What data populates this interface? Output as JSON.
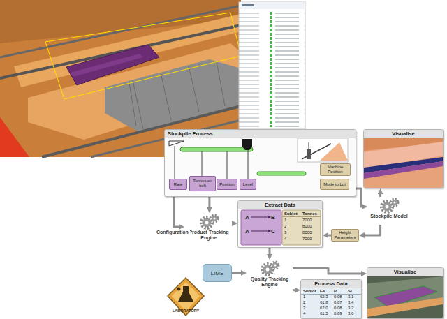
{
  "diagram": {
    "nodes": [
      {
        "text": [
          "Stockpile Process"
        ]
      },
      {
        "text": [
          "Rate"
        ],
        "in": 0
      },
      {
        "text": [
          "Tonnes on belt"
        ],
        "in": 0
      },
      {
        "text": [
          "Position"
        ],
        "in": 0
      },
      {
        "text": [
          "Level"
        ],
        "in": 0
      },
      {
        "text": [
          "Machine Position"
        ],
        "in": 0
      },
      {
        "text": [
          "Mode to Lot"
        ],
        "in": 0
      },
      {
        "text": [
          "Visualise"
        ]
      },
      {
        "text": [
          "Stockpile Model"
        ]
      },
      {
        "text": [
          "Product Tracking Engine"
        ]
      },
      {
        "text": [
          "Extract Data"
        ]
      },
      {
        "text": [
          "Height Parameters"
        ]
      },
      {
        "text": [
          "LIMS"
        ]
      },
      {
        "text": [
          "Quality Tracking Engine"
        ]
      },
      {
        "text": [
          "Process Data"
        ]
      },
      {
        "text": [
          "Visualise"
        ]
      }
    ],
    "edges": [
      {
        "from": 0,
        "to": 9,
        "arrow": "to",
        "label": "Configuration"
      },
      {
        "from": 0,
        "to": 9,
        "arrow": "to"
      },
      {
        "from": 9,
        "to": 10,
        "arrow": "to"
      },
      {
        "from": 0,
        "to": 8,
        "arrow": "to"
      },
      {
        "from": 8,
        "to": 7,
        "arrow": "to"
      },
      {
        "from": 8,
        "to": 11,
        "arrow": "to"
      },
      {
        "from": 11,
        "to": 10,
        "arrow": "to"
      },
      {
        "from": 10,
        "to": 13,
        "arrow": "to"
      },
      {
        "from": 12,
        "to": 13,
        "arrow": "to"
      },
      {
        "from": 13,
        "to": 14,
        "arrow": "to"
      },
      {
        "from": 13,
        "to": 15,
        "arrow": "to"
      }
    ],
    "labels": [
      "A",
      "B",
      "A",
      "C",
      "Sublot",
      "Tonnes",
      "1",
      "7000",
      "2",
      "8000",
      "3",
      "8000",
      "4",
      "7000",
      "LABORATORY",
      "Sublot",
      "Fe",
      "P",
      "Si",
      "1",
      "62.3",
      "0.08",
      "3.1",
      "2",
      "61.8",
      "0.07",
      "3.4",
      "3",
      "62.0",
      "0.08",
      "3.2",
      "4",
      "61.5",
      "0.09",
      "3.6"
    ]
  }
}
